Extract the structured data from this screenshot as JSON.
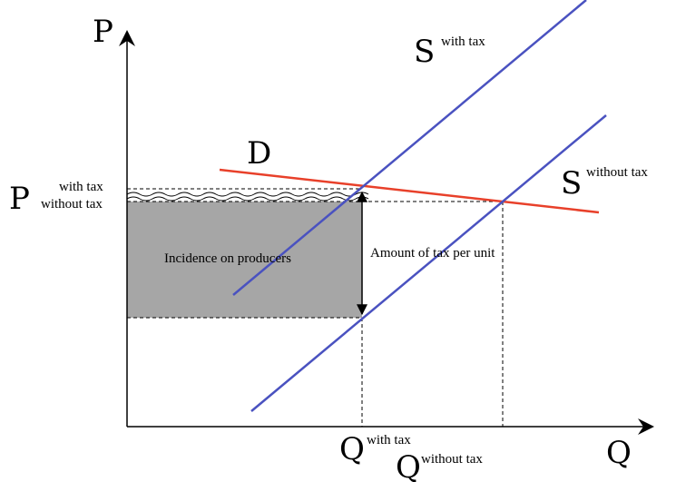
{
  "axes": {
    "y_label": "P",
    "x_label": "Q"
  },
  "curves": {
    "demand": {
      "label": "D",
      "color": "#e8402a"
    },
    "supply_with_tax": {
      "label": "S",
      "sup": "with tax",
      "color": "#4a52c0"
    },
    "supply_without_tax": {
      "label": "S",
      "sup": "without tax",
      "color": "#4a52c0"
    }
  },
  "price_labels": {
    "letter": "P",
    "with_tax": "with tax",
    "without_tax": "without tax"
  },
  "quantity_labels": {
    "with_tax": {
      "letter": "Q",
      "sup": "with tax"
    },
    "without_tax": {
      "letter": "Q",
      "sup": "without tax"
    }
  },
  "areas": {
    "incidence_producers": {
      "label": "Incidence on producers",
      "color": "#a6a6a6"
    }
  },
  "annotations": {
    "tax_amount": "Amount of tax per unit"
  }
}
